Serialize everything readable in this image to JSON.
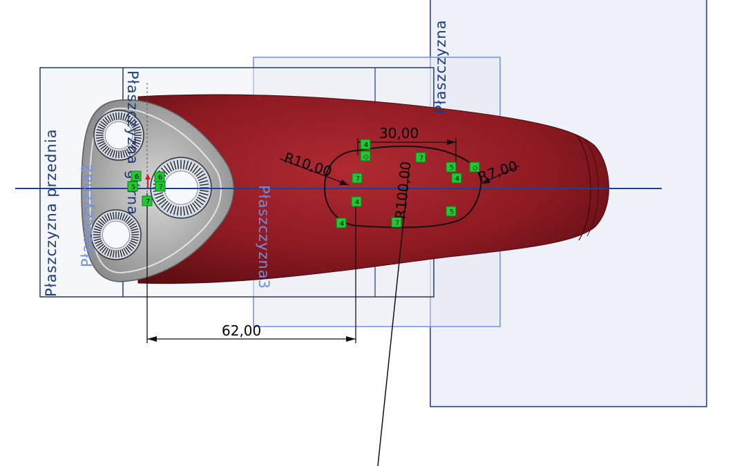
{
  "planes": {
    "front": "Płaszczyzna przednia",
    "plane2": "Płaszczyzna2",
    "top": "Płaszczyzna górna",
    "plane3": "Płaszczyzna3",
    "plane_right": "Płaszczyzna"
  },
  "dimensions": {
    "d62": "62,00",
    "d30": "30,00",
    "r10": "R10,00",
    "r7": "R7,00",
    "r100": "R100,00"
  },
  "relation_badges": {
    "b1": "4",
    "b2": "◇",
    "b3": "7",
    "b4": "7",
    "b5": "5",
    "b6": "◇",
    "b7": "4",
    "b8": "4",
    "b9": "5",
    "b10": "4",
    "b11": "7",
    "b12": "6",
    "b13": "6",
    "b14": "7",
    "b15": "5",
    "b16": "7"
  },
  "colors": {
    "body_red": "#8e1a22",
    "plane_dark": "#1c3a7a",
    "plane_light": "#6f8fe0",
    "relation_green": "#20c833",
    "axis_blue": "#1f3f8f"
  }
}
